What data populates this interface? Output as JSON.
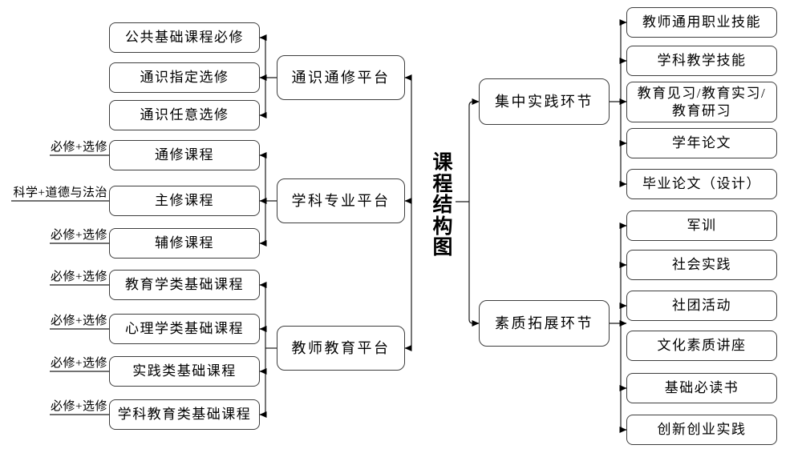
{
  "title": "课程结构图",
  "colors": {
    "border": "#3d3d3d",
    "line": "#1c1c1c",
    "text": "#000000",
    "background": "#ffffff"
  },
  "left": {
    "groups": [
      {
        "platform": "通识通修平台",
        "courses": [
          {
            "label": "公共基础课程必修"
          },
          {
            "label": "通识指定选修"
          },
          {
            "label": "通识任意选修"
          }
        ]
      },
      {
        "platform": "学科专业平台",
        "courses": [
          {
            "label": "通修课程",
            "edge_label": "必修+选修"
          },
          {
            "label": "主修课程",
            "edge_label": "科学+道德与法治"
          },
          {
            "label": "辅修课程",
            "edge_label": "必修+选修"
          }
        ]
      },
      {
        "platform": "教师教育平台",
        "courses": [
          {
            "label": "教育学类基础课程",
            "edge_label": "必修+选修"
          },
          {
            "label": "心理学类基础课程",
            "edge_label": "必修+选修"
          },
          {
            "label": "实践类基础课程",
            "edge_label": "必修+选修"
          },
          {
            "label": "学科教育类基础课程",
            "edge_label": "必修+选修"
          }
        ]
      }
    ]
  },
  "right": {
    "groups": [
      {
        "stage": "集中实践环节",
        "items": [
          {
            "label": "教师通用职业技能"
          },
          {
            "label": "学科教学技能"
          },
          {
            "label": "教育见习/教育实习/\n教育研习"
          },
          {
            "label": "学年论文"
          },
          {
            "label": "毕业论文（设计）"
          }
        ]
      },
      {
        "stage": "素质拓展环节",
        "items": [
          {
            "label": "军训"
          },
          {
            "label": "社会实践"
          },
          {
            "label": "社团活动"
          },
          {
            "label": "文化素质讲座"
          },
          {
            "label": "基础必读书"
          },
          {
            "label": "创新创业实践"
          }
        ]
      }
    ]
  }
}
